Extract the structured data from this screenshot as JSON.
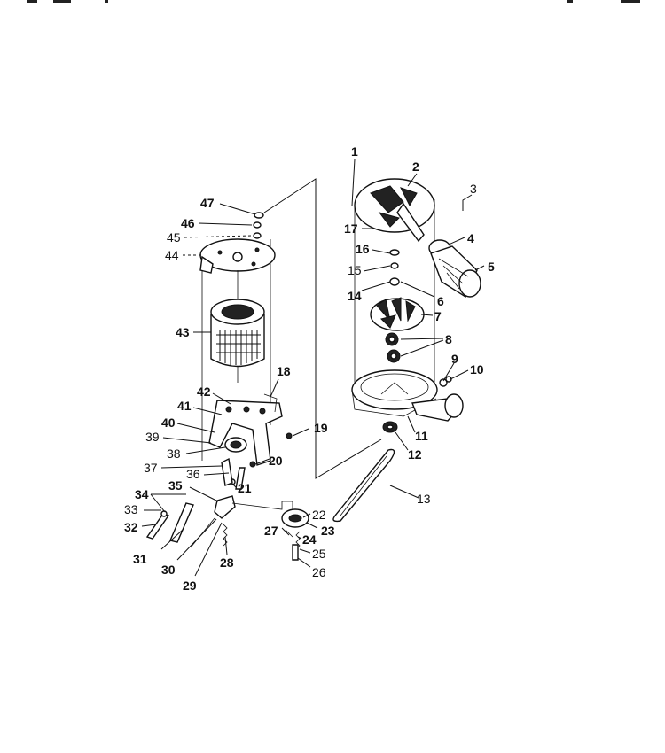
{
  "header_marks": "- ·  --   ·  ·                                                    ·      --  ·",
  "callouts": {
    "c1": "1",
    "c2": "2",
    "c3": "3",
    "c4": "4",
    "c5": "5",
    "c6": "6",
    "c7": "7",
    "c8": "8",
    "c9": "9",
    "c10": "10",
    "c11": "11",
    "c12": "12",
    "c13": "13",
    "c14": "14",
    "c15": "15",
    "c16": "16",
    "c17": "17",
    "c18": "18",
    "c19": "19",
    "c20": "20",
    "c21": "21",
    "c22": "22",
    "c23": "23",
    "c24": "24",
    "c25": "25",
    "c26": "26",
    "c27": "27",
    "c28": "28",
    "c29": "29",
    "c30": "30",
    "c31": "31",
    "c32": "32",
    "c33": "33",
    "c34": "34",
    "c35": "35",
    "c36": "36",
    "c37": "37",
    "c38": "38",
    "c39": "39",
    "c40": "40",
    "c41": "41",
    "c42": "42",
    "c43": "43",
    "c44": "44",
    "c45": "45",
    "c46": "46",
    "c47": "47"
  }
}
